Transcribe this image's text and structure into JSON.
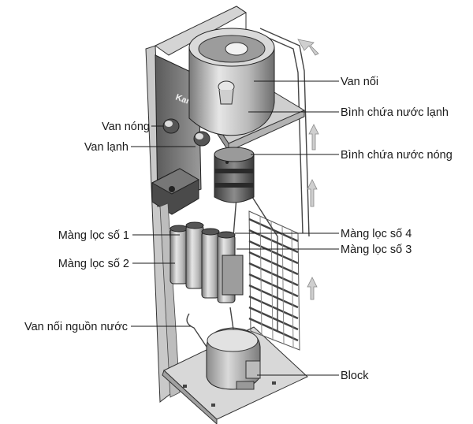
{
  "labels": {
    "van_noi": "Van nối",
    "binh_lanh": "Bình chứa nước lạnh",
    "binh_nong": "Bình chứa nước nóng",
    "van_nong": "Van nóng",
    "van_lanh": "Van lạnh",
    "mang_loc_1": "Màng lọc số 1",
    "mang_loc_2": "Màng lọc số 2",
    "mang_loc_4": "Màng lọc số 4",
    "mang_loc_3": "Màng lọc số 3",
    "van_noi_nguon": "Van nối nguồn nước",
    "block": "Block"
  },
  "brand_text": "Kar"
}
